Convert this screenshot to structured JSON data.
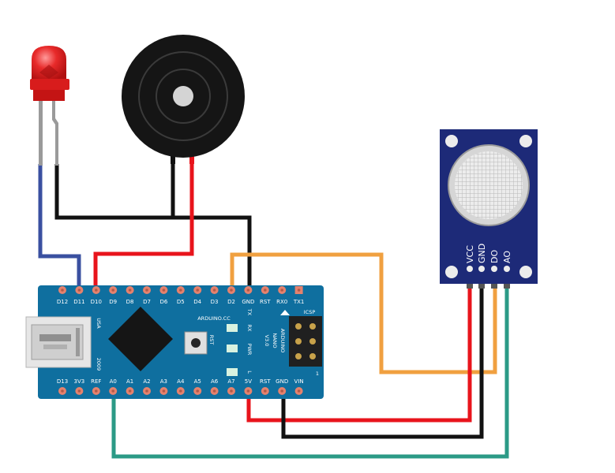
{
  "colors": {
    "board": "#0f6f9f",
    "sensor_board": "#1d2a78",
    "pad": "#e5826e",
    "wire_red": "#e8141c",
    "wire_black": "#111111",
    "wire_blue": "#3a50a0",
    "wire_orange": "#f0a040",
    "wire_teal": "#2b9a86",
    "led": "#e32222",
    "buzzer": "#1a1a1a"
  },
  "nano": {
    "top_pins": [
      "D12",
      "D11",
      "D10",
      "D9",
      "D8",
      "D7",
      "D6",
      "D5",
      "D4",
      "D3",
      "D2",
      "GND",
      "RST",
      "RX0",
      "TX1"
    ],
    "bottom_pins": [
      "D13",
      "3V3",
      "REF",
      "A0",
      "A1",
      "A2",
      "A3",
      "A4",
      "A5",
      "A6",
      "A7",
      "5V",
      "RST",
      "GND",
      "VIN"
    ],
    "indicators": [
      "TX",
      "RX",
      "PWR",
      "L"
    ],
    "brand": "ARDUINO.CC",
    "reset_label": "RST",
    "model_lines": [
      "ARDUINO",
      "NANO",
      "V3.0"
    ],
    "icsp_label": "ICSP",
    "usb_label": "USA",
    "year_label": "2009",
    "icsp_one": "1"
  },
  "sensor": {
    "pins": [
      "VCC",
      "GND",
      "DO",
      "AO"
    ]
  }
}
